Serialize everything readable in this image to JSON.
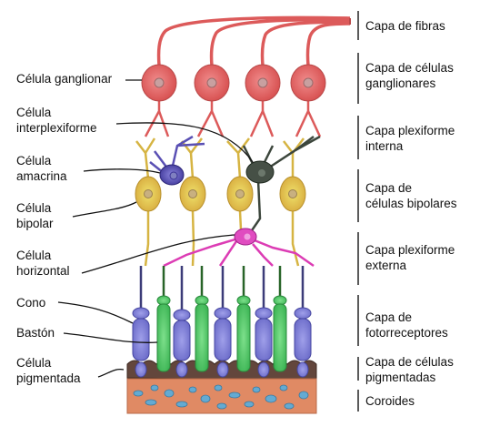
{
  "left_labels": {
    "ganglion": "Célula ganglionar",
    "interplexiform": "Célula\ninterplexiforme",
    "amacrine": "Célula\namacrina",
    "bipolar": "Célula\nbipolar",
    "horizontal": "Célula\nhorizontal",
    "cone": "Cono",
    "rod": "Bastón",
    "pigment": "Célula\npigmentada"
  },
  "right_labels": {
    "fibers": "Capa de fibras",
    "ganglion_layer": "Capa de células\n ganglionares",
    "inner_plexiform": "Capa plexiforme\ninterna",
    "bipolar_layer": "Capa de\ncélulas bipolares",
    "outer_plexiform": "Capa plexiforme\nexterna",
    "photoreceptors": "Capa de\nfotorreceptores",
    "pigment_layer": "Capa de células\npigmentadas",
    "choroid": "Coroides"
  },
  "colors": {
    "ganglion": "#dc5a5a",
    "bipolar": "#e0c850",
    "amacrine": "#5a50b4",
    "interplexiform": "#3c463c",
    "horizontal": "#dc3cb4",
    "cone": "#7878d2",
    "rod": "#50c864",
    "pigment": "#64463c",
    "choroid": "#e08a64",
    "choroid_spots": "#64aad2"
  }
}
